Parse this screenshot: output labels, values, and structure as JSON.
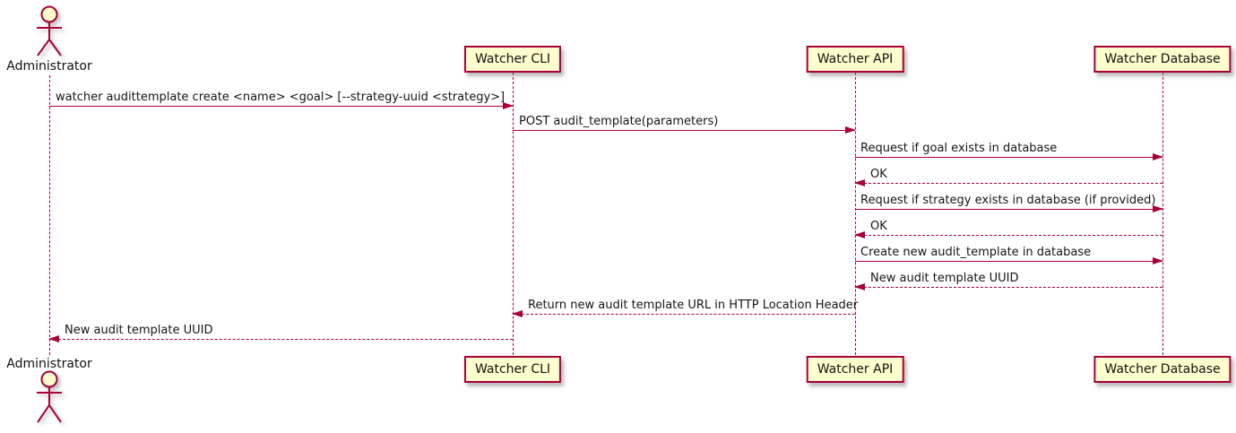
{
  "diagram": {
    "type": "uml-sequence-diagram",
    "colors": {
      "participant_fill": "#FEFECE",
      "participant_border": "#A80036",
      "arrow": "#A80036",
      "lifeline": "#A80036",
      "text": "#151515",
      "background": "#FFFFFF"
    }
  },
  "participants": [
    {
      "id": "administrator",
      "kind": "actor",
      "label": "Administrator"
    },
    {
      "id": "watcher-cli",
      "kind": "participant",
      "label": "Watcher CLI"
    },
    {
      "id": "watcher-api",
      "kind": "participant",
      "label": "Watcher API"
    },
    {
      "id": "watcher-database",
      "kind": "participant",
      "label": "Watcher Database"
    }
  ],
  "messages": [
    {
      "from": "Administrator",
      "to": "Watcher CLI",
      "style": "solid",
      "text": "watcher audittemplate create <name> <goal> [--strategy-uuid <strategy>]"
    },
    {
      "from": "Watcher CLI",
      "to": "Watcher API",
      "style": "solid",
      "text": "POST audit_template(parameters)"
    },
    {
      "from": "Watcher API",
      "to": "Watcher Database",
      "style": "solid",
      "text": "Request if goal exists in database"
    },
    {
      "from": "Watcher Database",
      "to": "Watcher API",
      "style": "dashed",
      "text": "OK"
    },
    {
      "from": "Watcher API",
      "to": "Watcher Database",
      "style": "solid",
      "text": "Request if strategy exists in database (if provided)"
    },
    {
      "from": "Watcher Database",
      "to": "Watcher API",
      "style": "dashed",
      "text": "OK"
    },
    {
      "from": "Watcher API",
      "to": "Watcher Database",
      "style": "solid",
      "text": "Create new audit_template in database"
    },
    {
      "from": "Watcher Database",
      "to": "Watcher API",
      "style": "dashed",
      "text": "New audit template UUID"
    },
    {
      "from": "Watcher API",
      "to": "Watcher CLI",
      "style": "dashed",
      "text": "Return new audit template URL in HTTP Location Header"
    },
    {
      "from": "Watcher CLI",
      "to": "Administrator",
      "style": "dashed",
      "text": "New audit template UUID"
    }
  ]
}
